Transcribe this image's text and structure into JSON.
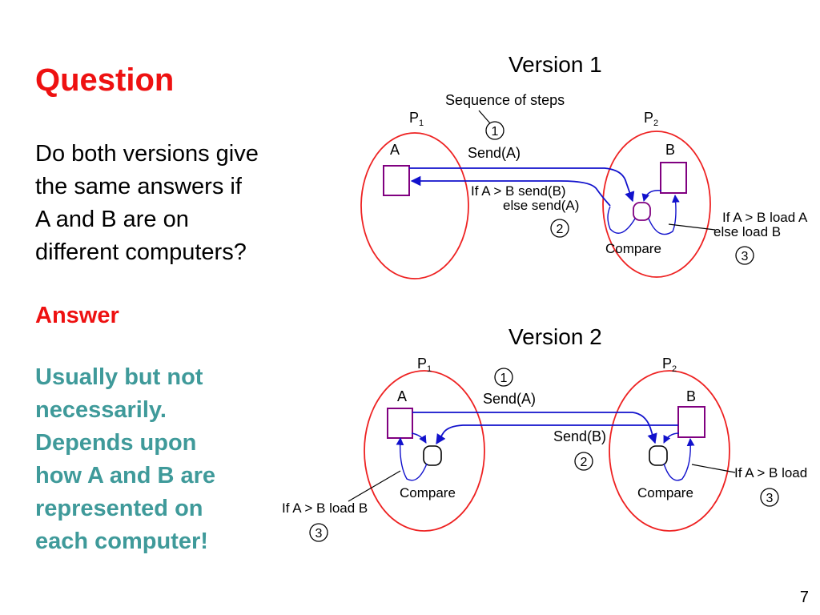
{
  "slide": {
    "title": "Question",
    "question_lines": [
      "Do both versions give",
      "the same answers if",
      "A and B are on",
      "different computers?"
    ],
    "answer_heading": "Answer",
    "answer_lines": [
      "Usually but not",
      "necessarily.",
      "Depends upon",
      "how A and B are",
      "represented on",
      "each computer!"
    ],
    "page_number": "7"
  },
  "colors": {
    "title_red": "#ee1111",
    "answer_teal": "#3f9a9a",
    "circle_red": "#ee2222",
    "box_purple": "#800080",
    "arrow_blue": "#1111cc"
  },
  "v1": {
    "version_label": "Version 1",
    "seq_label": "Sequence of steps",
    "p1": "P",
    "p1_sub": "1",
    "p2": "P",
    "p2_sub": "2",
    "a": "A",
    "b": "B",
    "step1": "1",
    "send_a": "Send(A)",
    "if_send_b": "If A > B send(B)",
    "else_send_a": "else send(A)",
    "step2": "2",
    "compare": "Compare",
    "if_load_a": "If A > B load A",
    "else_load_b": "else load B",
    "step3": "3"
  },
  "v2": {
    "version_label": "Version 2",
    "p1": "P",
    "p1_sub": "1",
    "p2": "P",
    "p2_sub": "2",
    "a": "A",
    "b": "B",
    "step1": "1",
    "send_a": "Send(A)",
    "send_b": "Send(B)",
    "step2": "2",
    "compare_left": "Compare",
    "compare_right": "Compare",
    "if_load_b": "If A > B load B",
    "step3_left": "3",
    "if_load_a": "If A > B load",
    "step3_right": "3"
  }
}
